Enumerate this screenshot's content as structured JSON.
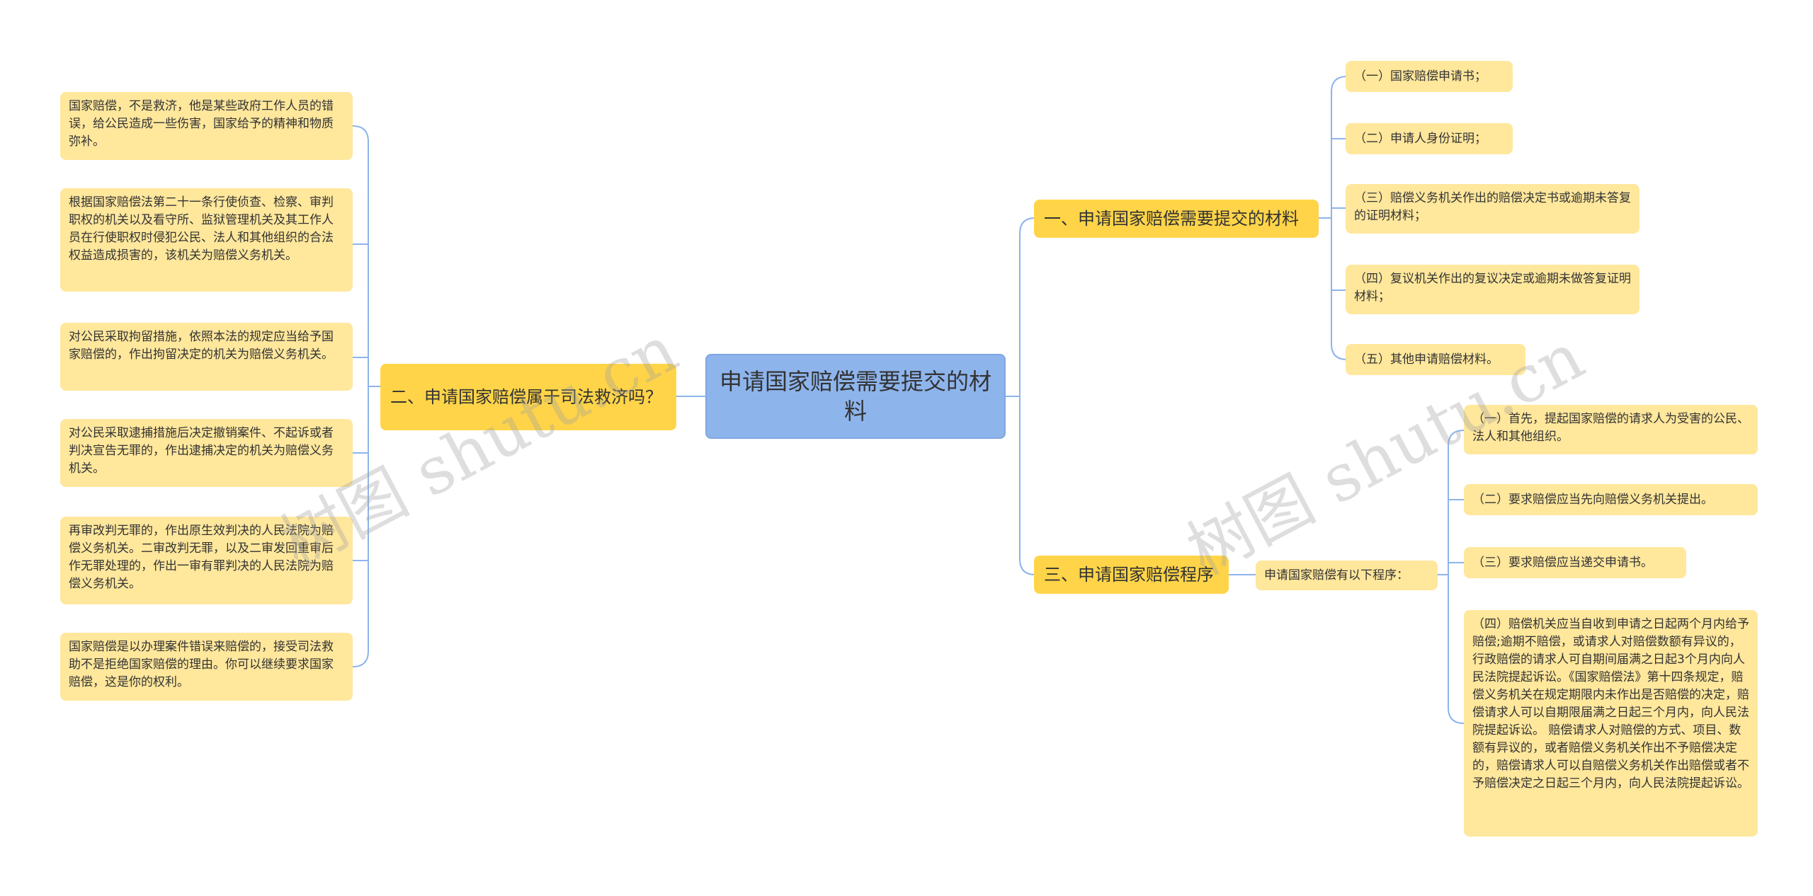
{
  "root": {
    "label": "申请国家赔偿需要提交的材料"
  },
  "branches": {
    "b1": {
      "label": "一、申请国家赔偿需要提交的材料",
      "items": [
        "（一）国家赔偿申请书；",
        "（二）申请人身份证明；",
        "（三）赔偿义务机关作出的赔偿决定书或逾期未答复的证明材料；",
        "（四）复议机关作出的复议决定或逾期未做答复证明材料；",
        "（五）其他申请赔偿材料。"
      ]
    },
    "b2": {
      "label": "二、申请国家赔偿属于司法救济吗？",
      "items": [
        "国家赔偿，不是救济，他是某些政府工作人员的错误，给公民造成一些伤害，国家给予的精神和物质弥补。",
        "根据国家赔偿法第二十一条行使侦查、检察、审判职权的机关以及看守所、监狱管理机关及其工作人员在行使职权时侵犯公民、法人和其他组织的合法权益造成损害的，该机关为赔偿义务机关。",
        "对公民采取拘留措施，依照本法的规定应当给予国家赔偿的，作出拘留决定的机关为赔偿义务机关。",
        "对公民采取逮捕措施后决定撤销案件、不起诉或者判决宣告无罪的，作出逮捕决定的机关为赔偿义务机关。",
        "再审改判无罪的，作出原生效判决的人民法院为赔偿义务机关。二审改判无罪，以及二审发回重审后作无罪处理的，作出一审有罪判决的人民法院为赔偿义务机关。",
        "国家赔偿是以办理案件错误来赔偿的，接受司法救助不是拒绝国家赔偿的理由。你可以继续要求国家赔偿，这是你的权利。"
      ]
    },
    "b3": {
      "label": "三、申请国家赔偿程序",
      "sub": "申请国家赔偿有以下程序：",
      "items": [
        "（一）首先，提起国家赔偿的请求人为受害的公民、法人和其他组织。",
        "（二）要求赔偿应当先向赔偿义务机关提出。",
        "（三）要求赔偿应当递交申请书。",
        "（四）赔偿机关应当自收到申请之日起两个月内给予赔偿;逾期不赔偿，或请求人对赔偿数额有异议的，行政赔偿的请求人可自期间届满之日起3个月内向人民法院提起诉讼。《国家赔偿法》第十四条规定，赔偿义务机关在规定期限内未作出是否赔偿的决定，赔偿请求人可以自期限届满之日起三个月内，向人民法院提起诉讼。 赔偿请求人对赔偿的方式、项目、数额有异议的，或者赔偿义务机关作出不予赔偿决定的，赔偿请求人可以自赔偿义务机关作出赔偿或者不予赔偿决定之日起三个月内，向人民法院提起诉讼。"
      ]
    }
  },
  "watermarks": [
    "树图 shutu.cn",
    "树图 shutu.cn"
  ],
  "colors": {
    "root": "#8eb4ec",
    "branch": "#ffd448",
    "leaf": "#ffe79c",
    "line": "#8eb4ec"
  }
}
